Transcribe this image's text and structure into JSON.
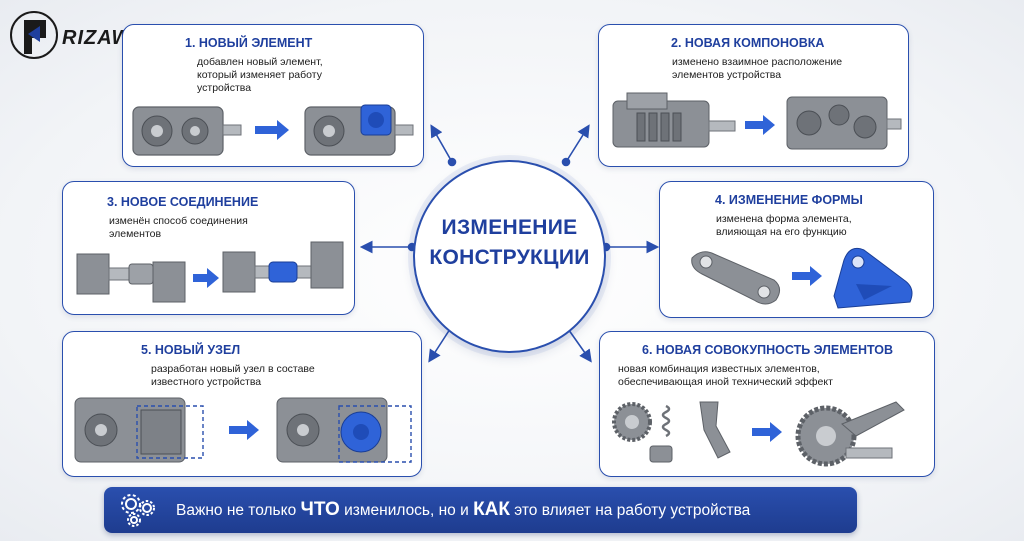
{
  "logo": {
    "text": "RIZAW"
  },
  "center": {
    "line1": "ИЗМЕНЕНИЕ",
    "line2": "КОНСТРУКЦИИ"
  },
  "cards": [
    {
      "title": "1. НОВЫЙ ЭЛЕМЕНТ",
      "desc": "добавлен новый элемент,\nкоторый изменяет работу\nустройства"
    },
    {
      "title": "2. НОВАЯ КОМПОНОВКА",
      "desc": "изменено взаимное расположение\nэлементов устройства"
    },
    {
      "title": "3. НОВОЕ СОЕДИНЕНИЕ",
      "desc": "изменён способ соединения\nэлементов"
    },
    {
      "title": "4. ИЗМЕНЕНИЕ ФОРМЫ",
      "desc": "изменена форма элемента,\nвлияющая на его функцию"
    },
    {
      "title": "5. НОВЫЙ УЗЕЛ",
      "desc": "разработан новый узел в составе\nизвестного устройства"
    },
    {
      "title": "6. НОВАЯ СОВОКУПНОСТЬ ЭЛЕМЕНТОВ",
      "desc": "новая комбинация известных элементов,\nобеспечивающая иной технический эффект"
    }
  ],
  "banner": {
    "part1": "Важно не только ",
    "emph1": "ЧТО",
    "part2": " изменилось, но и ",
    "emph2": "КАК",
    "part3": " это влияет на работу устройства"
  },
  "colors": {
    "accent": "#1f3f9e",
    "border": "#2a4fae",
    "banner": "#2a4fae",
    "highlight": "#2f63d8",
    "metal": "#8c9096"
  },
  "icons": {
    "banner": "gears-icon",
    "transition": "arrow-right-icon"
  }
}
